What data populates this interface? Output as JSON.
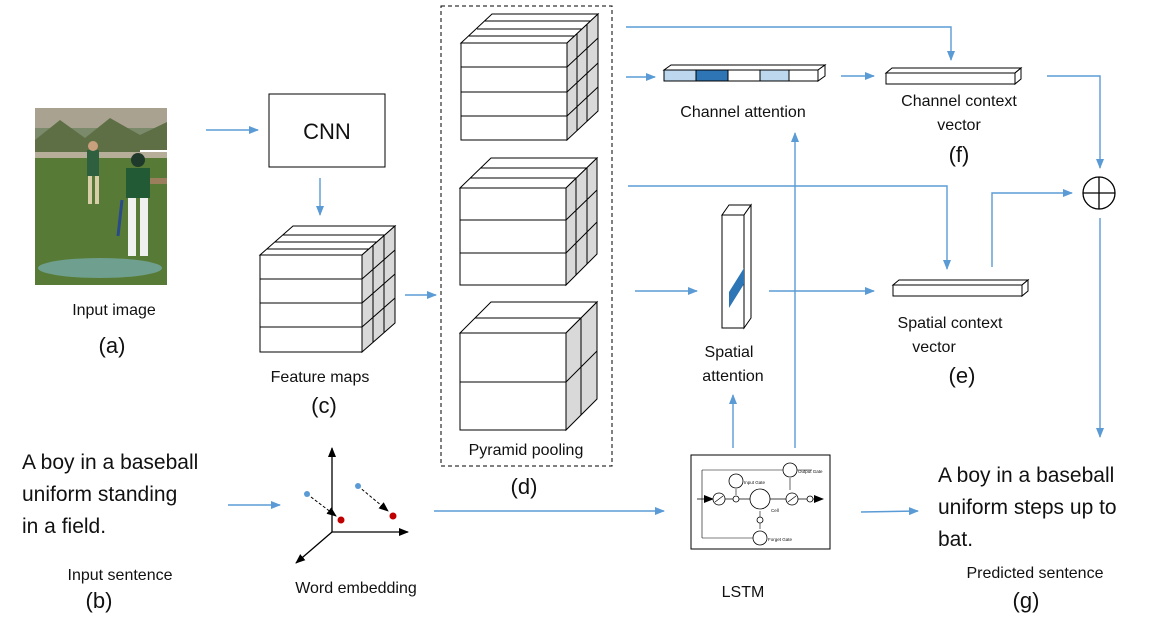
{
  "labels": {
    "input_image": "Input image",
    "input_image_tag": "(a)",
    "cnn": "CNN",
    "feature_maps": "Feature maps",
    "feature_maps_tag": "(c)",
    "pyramid_pooling": "Pyramid pooling",
    "pyramid_tag": "(d)",
    "channel_attention": "Channel attention",
    "channel_context_line1": "Channel context",
    "channel_context_line2": "vector",
    "channel_context_tag": "(f)",
    "spatial_attention_line1": "Spatial",
    "spatial_attention_line2": "attention",
    "spatial_context_line1": "Spatial context",
    "spatial_context_line2": "vector",
    "spatial_context_tag": "(e)",
    "input_sentence_line1": "A boy in a baseball",
    "input_sentence_line2": "uniform standing",
    "input_sentence_line3": "in a field.",
    "input_sentence_caption": "Input sentence",
    "input_sentence_tag": "(b)",
    "word_embedding": "Word embedding",
    "lstm": "LSTM",
    "predicted_line1": "A boy in a baseball",
    "predicted_line2": "uniform steps up to",
    "predicted_line3": "bat.",
    "predicted_caption": "Predicted sentence",
    "predicted_tag": "(g)"
  },
  "lstm_cell": {
    "input_gate": "Input Gate",
    "output_gate": "Output Gate",
    "forget_gate": "Forget Gate",
    "cell": "Cell"
  },
  "colors": {
    "arrow": "#5b9bd5",
    "attention_dark": "#2e75b6",
    "attention_light": "#bdd7ee",
    "cube_side": "#d9d9d9",
    "embed_red": "#c00000",
    "embed_blue": "#5b9bd5"
  },
  "icons": {
    "sum": "circle-plus-icon"
  }
}
